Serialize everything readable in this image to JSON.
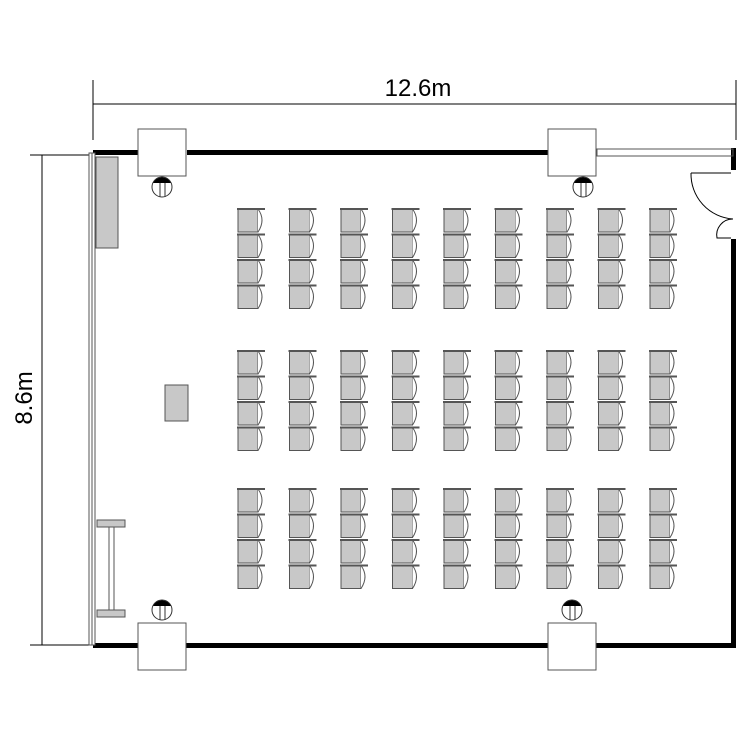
{
  "dimensions": {
    "width_label": "12.6m",
    "height_label": "8.6m"
  },
  "seating": {
    "columns": 9,
    "blocks": 3,
    "chairs_per_block_column": 4
  },
  "colors": {
    "wall": "#000000",
    "furniture_fill": "#c8c8c8",
    "outline": "#555555"
  }
}
